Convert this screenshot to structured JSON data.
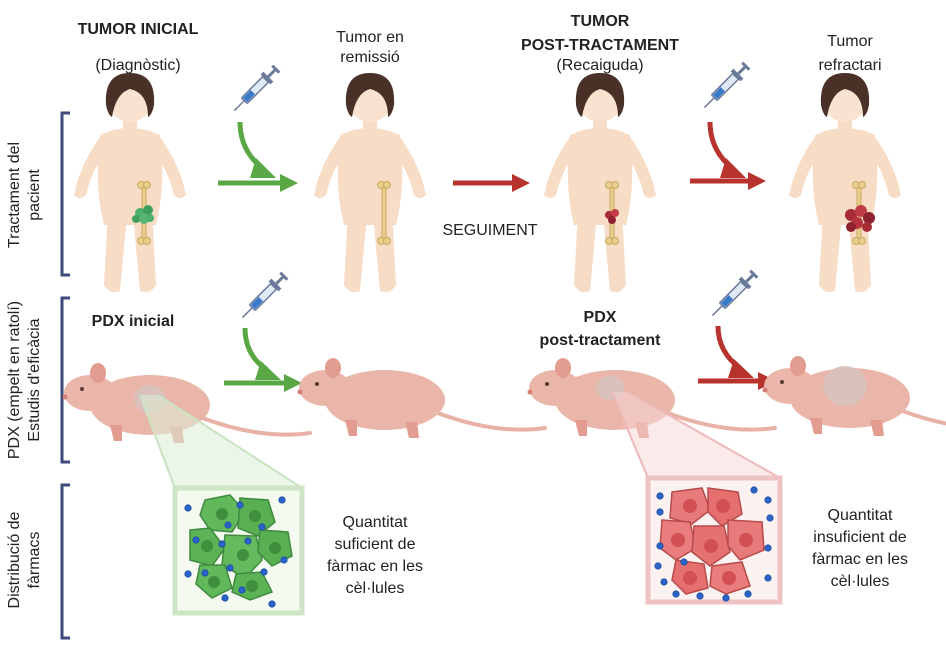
{
  "row_labels": {
    "patient": [
      "Tractament del",
      "pacient"
    ],
    "pdx": [
      "PDX (empelt en ratolí)",
      "Estudis d'eficàcia"
    ],
    "drug": [
      "Distribució de",
      "fàrmacs"
    ]
  },
  "stages": {
    "initial": {
      "title": "TUMOR INICIAL",
      "subtitle": "(Diagnòstic)"
    },
    "remission": {
      "title_1": "Tumor en",
      "title_2": "remissió"
    },
    "post": {
      "title_1": "TUMOR",
      "title_2": "POST-TRACTAMENT",
      "subtitle": "(Recaiguda)"
    },
    "refractory": {
      "title_1": "Tumor",
      "title_2": "refractari"
    }
  },
  "followup": "SEGUIMENT",
  "pdx": {
    "initial": "PDX inicial",
    "post_1": "PDX",
    "post_2": "post-tractament"
  },
  "drug_text": {
    "sufficient": [
      "Quantitat",
      "suficient de",
      "fàrmac en les",
      "cèl·lules"
    ],
    "insufficient": [
      "Quantitat",
      "insuficient de",
      "fàrmac en les",
      "cèl·lules"
    ]
  },
  "colors": {
    "green_arrow": "#5aa845",
    "red_arrow": "#b8332d",
    "bracket": "#3d4a7a",
    "skin": "#f7dcc6",
    "hair": "#4a3128",
    "mouse": "#e9b2a6",
    "green_cell": "#5bb55a",
    "red_cell": "#e87373",
    "drug_dot": "#2a63c9"
  }
}
